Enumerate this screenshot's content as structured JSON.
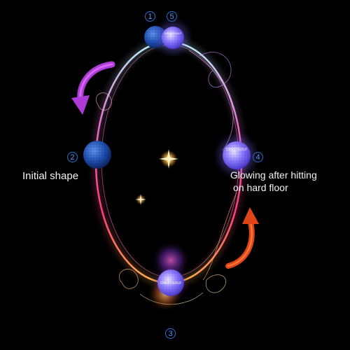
{
  "steps": [
    {
      "number": "1"
    },
    {
      "number": "5"
    },
    {
      "number": "2"
    },
    {
      "number": "4"
    },
    {
      "number": "3"
    }
  ],
  "captions": {
    "initial": "Initial shape",
    "glowing_line1": "Glowing after hitting",
    "glowing_line2": "on hard floor"
  },
  "ball_brand_text": "CRESTGOLF",
  "colors": {
    "background": "#000000",
    "loop_top": "#9be6ff",
    "loop_bottom": "#ff6a2a",
    "loop_mid": "#ff3c8c",
    "arrow_left": "#b03ad8",
    "arrow_right": "#e0451a",
    "ball_dark": "#1d4fa8",
    "ball_glow": "#7a66ff",
    "number_accent": "#3b82f6"
  },
  "icons": [
    "curved-arrow-down-icon",
    "curved-arrow-up-icon",
    "sparkle-icon"
  ]
}
